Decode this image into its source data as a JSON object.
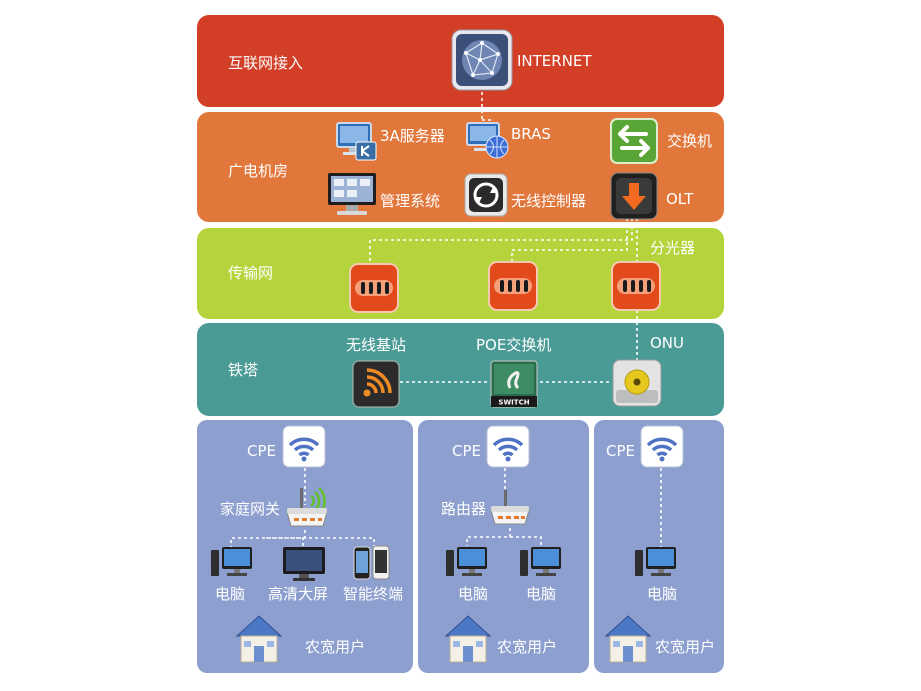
{
  "layers": {
    "internet": "互联网接入",
    "headend": "广电机房",
    "transport": "传输网",
    "tower": "铁塔"
  },
  "labels": {
    "internet": "INTERNET",
    "aaa": "3A服务器",
    "bras": "BRAS",
    "switch": "交换机",
    "mgmt": "管理系统",
    "wlc": "无线控制器",
    "olt": "OLT",
    "splitter": "分光器",
    "base_station": "无线基站",
    "poe_switch": "POE交换机",
    "onu": "ONU",
    "switch_icon_text": "SWITCH"
  },
  "users": [
    {
      "cpe": "CPE",
      "gateway": "家庭网关",
      "devices": [
        "电脑",
        "高清大屏",
        "智能终端"
      ],
      "home": "农宽用户"
    },
    {
      "cpe": "CPE",
      "gateway": "路由器",
      "devices": [
        "电脑",
        "电脑"
      ],
      "home": "农宽用户"
    },
    {
      "cpe": "CPE",
      "devices": [
        "电脑"
      ],
      "home": "农宽用户"
    }
  ],
  "colors": {
    "internet_band": "#d33e26",
    "headend_band": "#e2773c",
    "transport_band": "#b5d33b",
    "tower_band": "#4a9b95",
    "user_panel": "#8c9fcf"
  },
  "icons": [
    "globe-server-icon",
    "server-icon",
    "server-globe-icon",
    "arrows-switch-icon",
    "monitor-icon",
    "sync-icon",
    "down-arrow-icon",
    "splitter-icon",
    "wireless-signal-icon",
    "poe-switch-icon",
    "onu-disc-icon",
    "wifi-icon",
    "router-icon",
    "pc-icon",
    "tv-icon",
    "phone-icon",
    "house-icon"
  ]
}
